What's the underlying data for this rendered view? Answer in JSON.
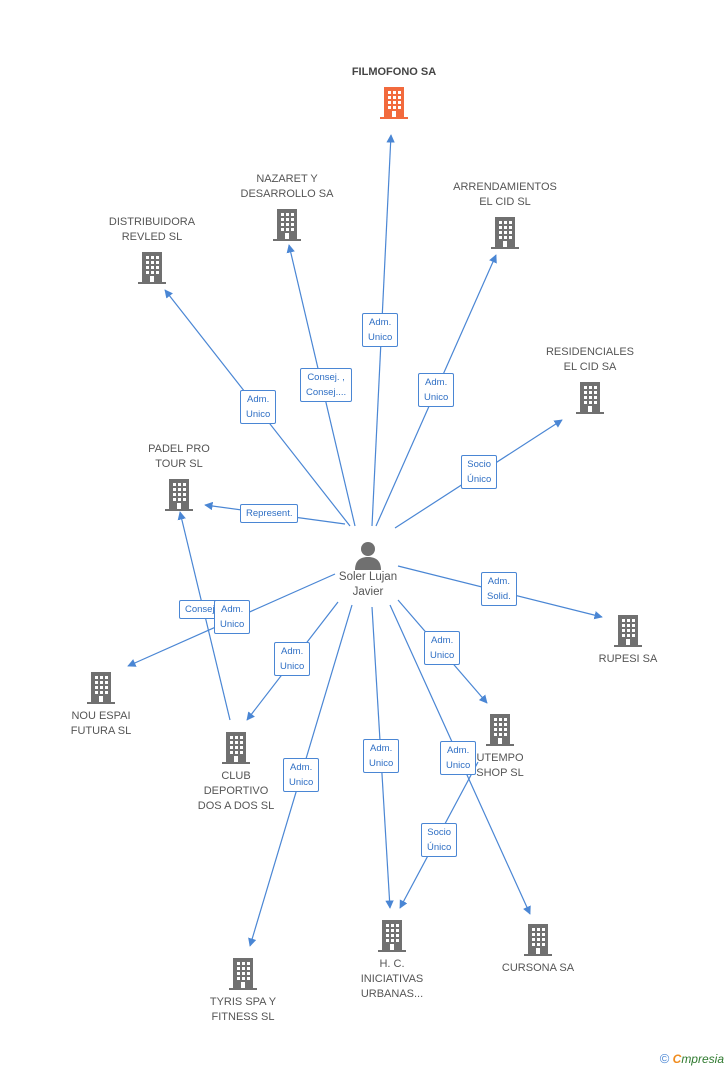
{
  "person": {
    "name": "Soler Lujan\nJavier"
  },
  "companies": [
    {
      "id": "filmofono",
      "label": "FILMOFONO SA",
      "highlight": true
    },
    {
      "id": "nazaret",
      "label": "NAZARET Y\nDESARROLLO SA"
    },
    {
      "id": "arrendamientos",
      "label": "ARRENDAMIENTOS\nEL CID SL"
    },
    {
      "id": "distribuidora",
      "label": "DISTRIBUIDORA\nREVLED SL"
    },
    {
      "id": "residenciales",
      "label": "RESIDENCIALES\nEL CID SA"
    },
    {
      "id": "padel",
      "label": "PADEL PRO\nTOUR SL"
    },
    {
      "id": "rupesi",
      "label": "RUPESI SA"
    },
    {
      "id": "nouespai",
      "label": "NOU ESPAI\nFUTURA SL"
    },
    {
      "id": "club",
      "label": "CLUB\nDEPORTIVO\nDOS A DOS SL"
    },
    {
      "id": "utempo",
      "label": "UTEMPO\nSHOP SL"
    },
    {
      "id": "tyris",
      "label": "TYRIS SPA Y\nFITNESS SL"
    },
    {
      "id": "hc",
      "label": "H. C.\nINICIATIVAS\nURBANAS..."
    },
    {
      "id": "cursona",
      "label": "CURSONA SA"
    }
  ],
  "relations": [
    {
      "to": "filmofono",
      "label": "Adm.\nUnico"
    },
    {
      "to": "nazaret",
      "label": "Consej. ,\nConsej...."
    },
    {
      "to": "arrendamientos",
      "label": "Adm.\nUnico"
    },
    {
      "to": "distribuidora",
      "label": "Adm.\nUnico"
    },
    {
      "to": "residenciales",
      "label": "Socio\nÚnico"
    },
    {
      "to": "padel",
      "label": "Represent."
    },
    {
      "to": "rupesi",
      "label": "Adm.\nSolid."
    },
    {
      "to": "nouespai",
      "label": "Consej."
    },
    {
      "to": "club",
      "label": "Adm.\nUnico"
    },
    {
      "to": "utempo",
      "label": "Adm.\nUnico"
    },
    {
      "to": "tyris",
      "label": "Adm.\nUnico"
    },
    {
      "to": "hc",
      "label": "Adm.\nUnico"
    },
    {
      "to": "cursona",
      "label": "Adm.\nUnico"
    },
    {
      "from": "club",
      "to": "padel",
      "label": "Adm.\nUnico"
    },
    {
      "from": "utempo",
      "to": "hc",
      "label": "Socio\nÚnico"
    }
  ],
  "colors": {
    "edge": "#4a86d4",
    "building": "#707070",
    "highlight": "#f26a3d"
  },
  "footer": {
    "copyright": "©",
    "brand_first": "C",
    "brand_rest": "mpresia"
  }
}
